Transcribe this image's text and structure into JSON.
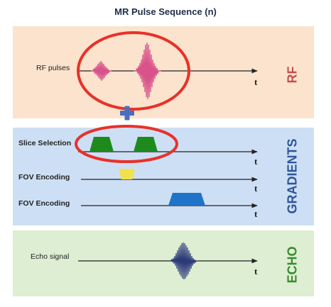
{
  "title": "MR Pulse Sequence (n)",
  "panels": {
    "rf": {
      "side_label": "RF",
      "side_color": "#c0504d",
      "color": "#fbe3cd"
    },
    "gradients": {
      "side_label": "GRADIENTS",
      "side_color": "#2e5597",
      "color": "#cddff4"
    },
    "echo": {
      "side_label": "ECHO",
      "side_color": "#3a8a2e",
      "color": "#ddeed3"
    }
  },
  "rows": {
    "rf_pulses": {
      "label": "RF pulses",
      "axis": "t"
    },
    "slice_selection": {
      "label": "Slice Selection",
      "axis": "t"
    },
    "fov_encoding_1": {
      "label": "FOV Encoding",
      "axis": "t"
    },
    "fov_encoding_2": {
      "label": "FOV Encoding",
      "axis": "t"
    },
    "echo_signal": {
      "label": "Echo signal",
      "axis": "t"
    }
  },
  "colors": {
    "highlight_ellipse": "#e8312a",
    "plus": "#4a6fbf",
    "slice_gradient": "#1e8a1e",
    "fov_gradient_1": "#f2e24a",
    "fov_gradient_2": "#1f73c8",
    "rf_pulse": "#d9538a",
    "echo_signal": "#2c3a78"
  }
}
